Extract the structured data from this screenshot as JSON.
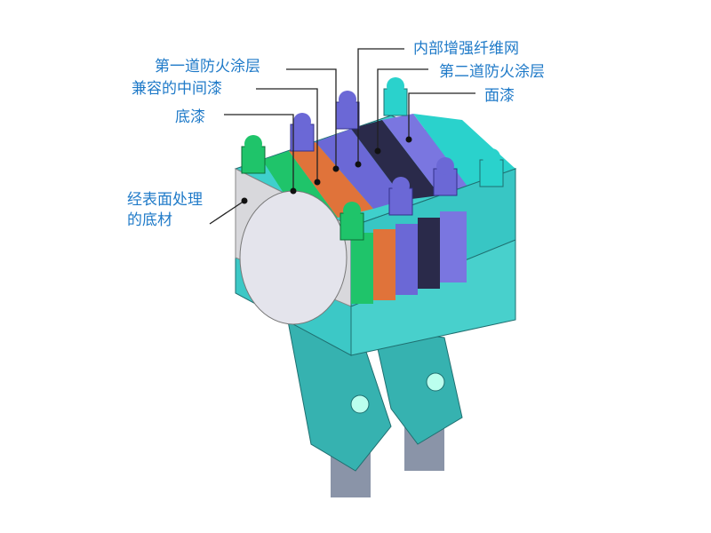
{
  "labels": {
    "first_fire_coat": "第一道防火涂层",
    "intermediate_paint": "兼容的中间漆",
    "primer": "底漆",
    "substrate_line1": "经表面处理",
    "substrate_line2": "的底材",
    "fiber_mesh": "内部增强纤维网",
    "second_fire_coat": "第二道防火涂层",
    "topcoat": "面漆"
  },
  "colors": {
    "label": "#1f7ac8",
    "primer": "#1fc46a",
    "intermediate": "#e0733a",
    "fire_coat": "#6b68d6",
    "topcoat": "#2ad2cc",
    "body": "#3cc0c0",
    "substrate": "#d8d8dc"
  }
}
